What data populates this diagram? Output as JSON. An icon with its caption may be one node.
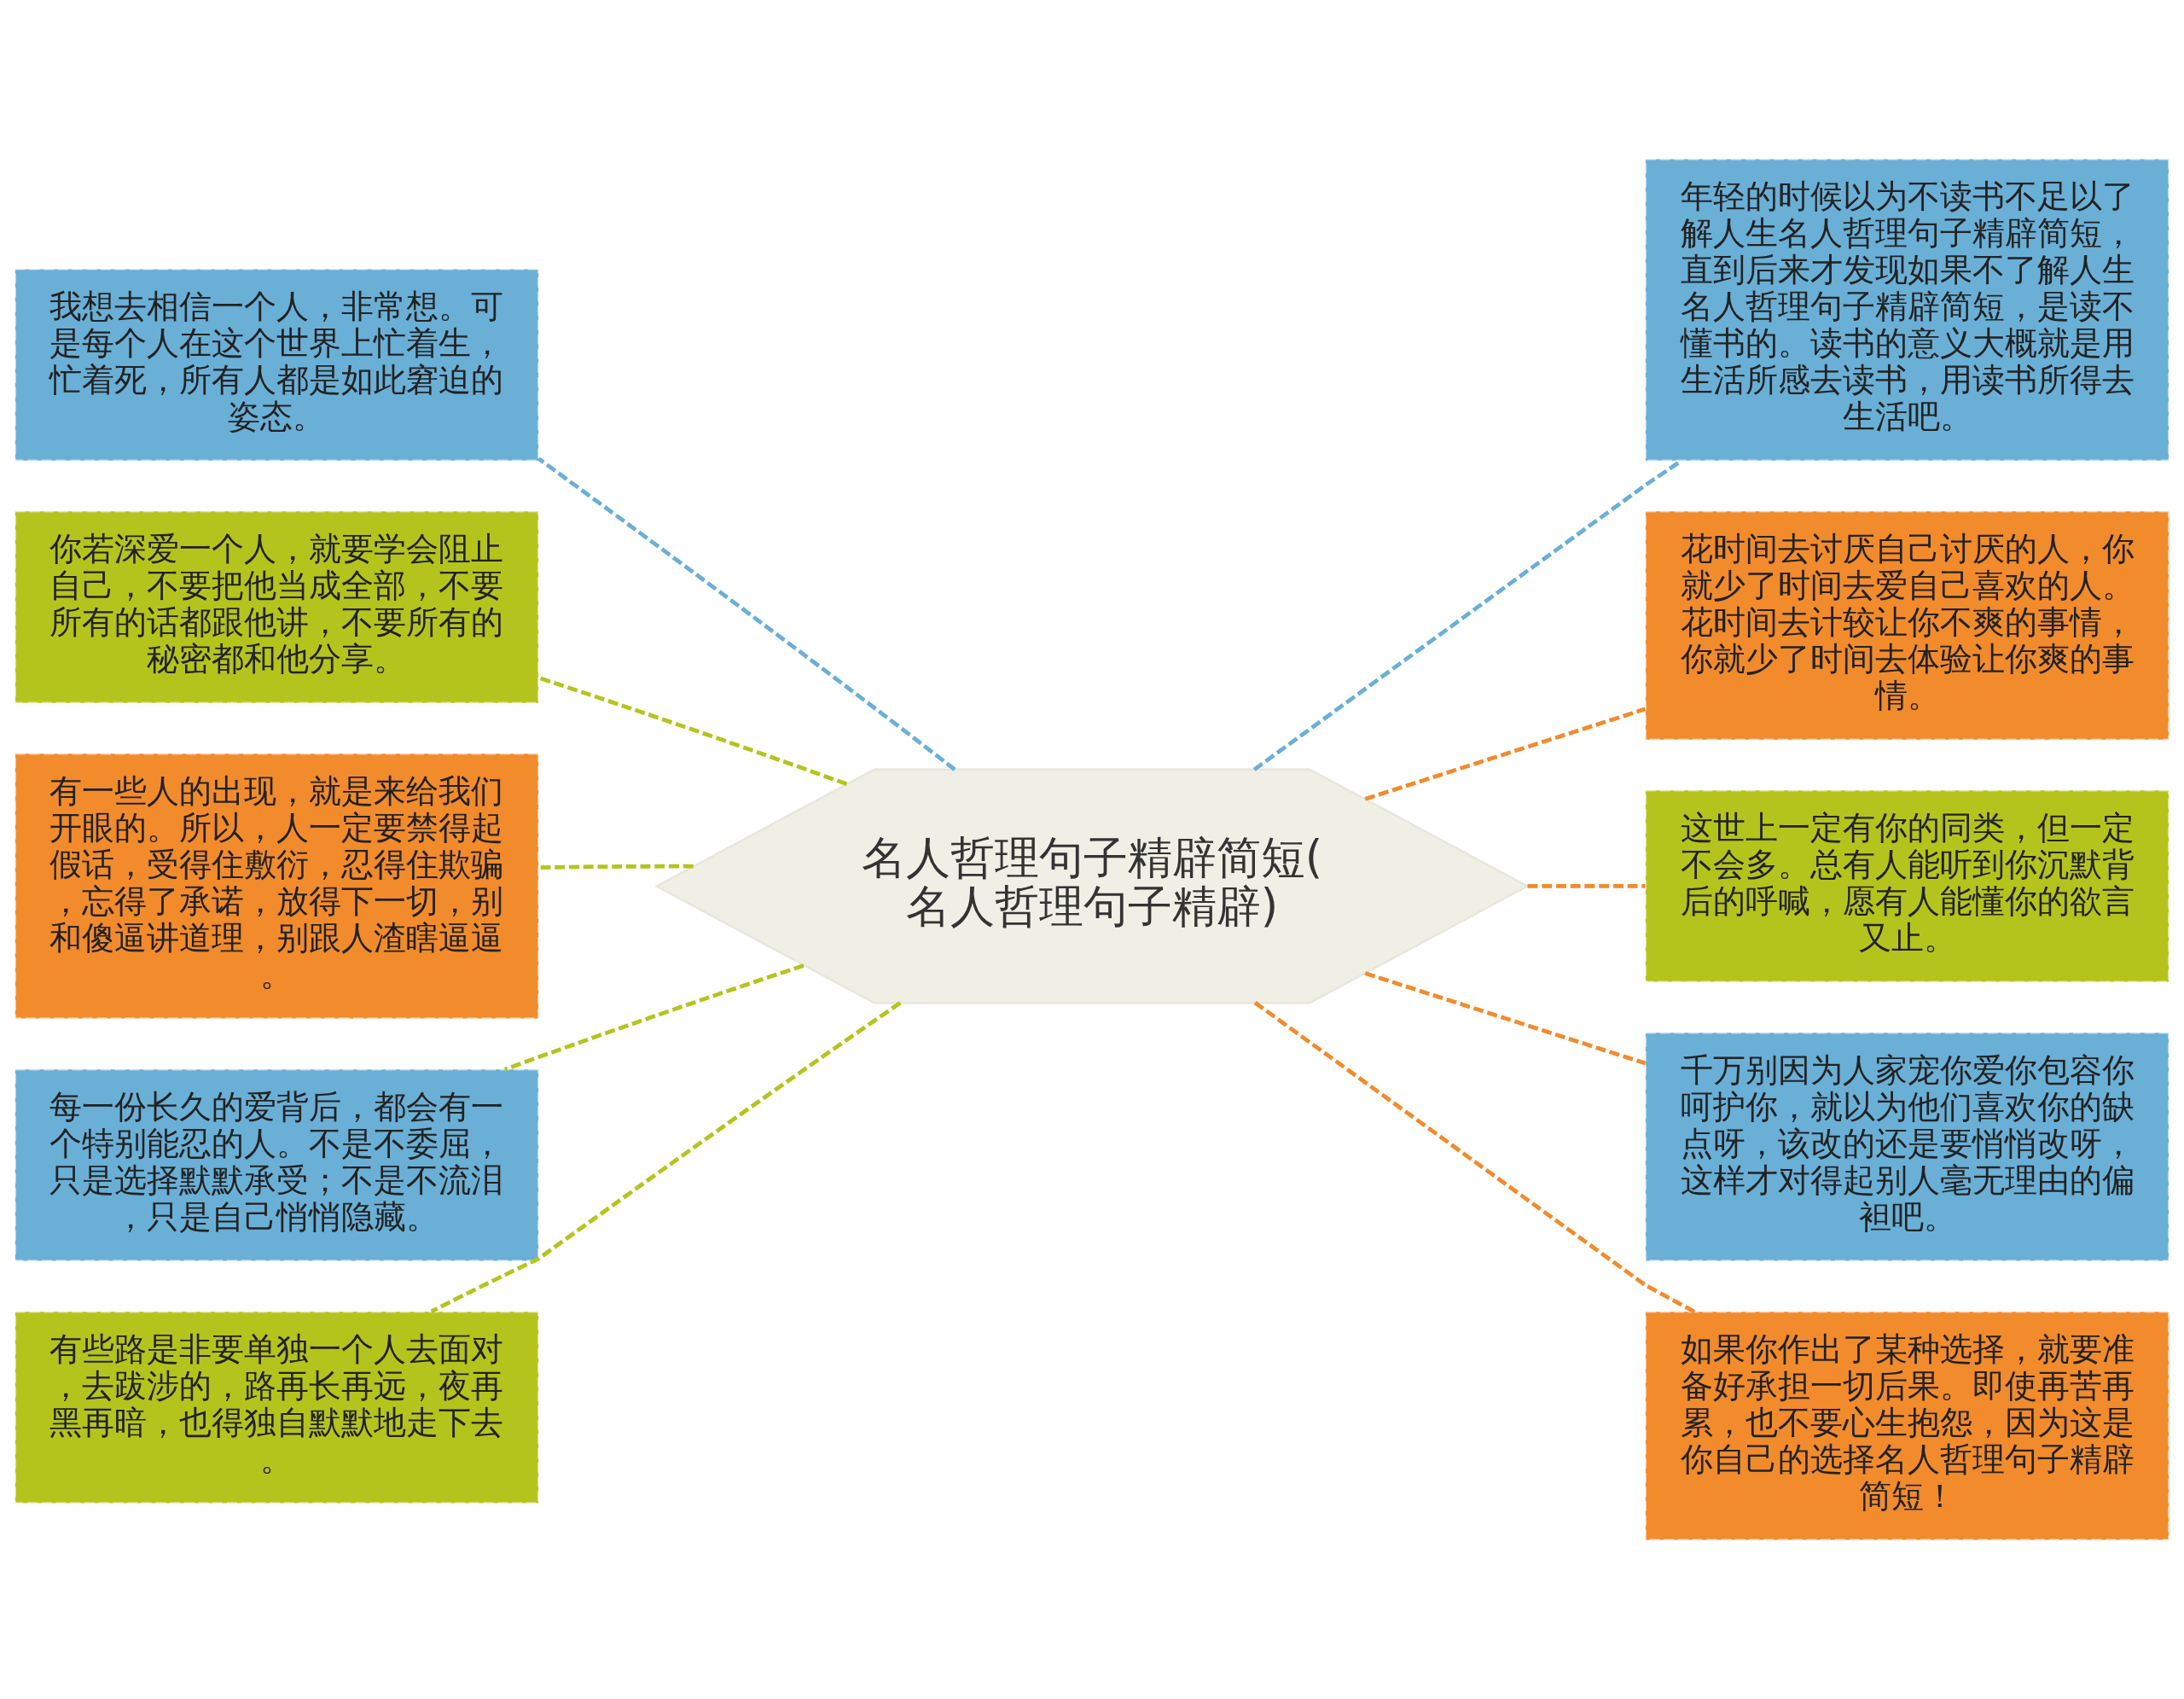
{
  "diagram": {
    "nodes": [
      {
        "text": [
          "名人哲理句子精辟简短(名人哲理句子精辟)"
        ]
      },
      {
        "text": [
          "我想去相信一个人，非常想。可是每个人在这个世界上忙着生，忙着死，所有人都是如此窘迫的姿态。"
        ]
      },
      {
        "text": [
          "你若深爱一个人，就要学会阻止自己，不要把他当成全部，不要所有的话都跟他讲，不要所有的秘密都和他分享。"
        ]
      },
      {
        "text": [
          "有一些人的出现，就是来给我们开眼的。所以，人一定要禁得起假话，受得住敷衍，忍得住欺骗，忘得了承诺，放得下一切，别和傻逼讲道理，别跟人渣瞎逼逼。"
        ]
      },
      {
        "text": [
          "每一份长久的爱背后，都会有一个特别能忍的人。不是不委屈，只是选择默默承受；不是不流泪，只是自己悄悄隐藏。"
        ]
      },
      {
        "text": [
          "有些路是非要单独一个人去面对，去跋涉的，路再长再远，夜再黑再暗，也得独自默默地走下去。"
        ]
      },
      {
        "text": [
          "年轻的时候以为不读书不足以了解人生名人哲理句子精辟简短，直到后来才发现如果不了解人生名人哲理句子精辟简短，是读不懂书的。读书的意义大概就是用生活所感去读书，用读书所得去生活吧。"
        ]
      },
      {
        "text": [
          "花时间去讨厌自己讨厌的人，你就少了时间去爱自己喜欢的人。花时间去计较让你不爽的事情，你就少了时间去体验让你爽的事情。"
        ]
      },
      {
        "text": [
          "这世上一定有你的同类，但一定不会多。总有人能听到你沉默背后的呼喊，愿有人能懂你的欲言又止。"
        ]
      },
      {
        "text": [
          "千万别因为人家宠你爱你包容你呵护你，就以为他们喜欢你的缺点呀，该改的还是要悄悄改呀，这样才对得起别人毫无理由的偏袒吧。"
        ]
      },
      {
        "text": [
          "如果你作出了某种选择，就要准备好承担一切后果。即使再苦再累，也不要心生抱怨，因为这是你自己的选择名人哲理句子精辟简短！"
        ]
      }
    ],
    "edges": [
      {
        "from": 0,
        "to": 1,
        "arrow": "none",
        "style": "dashed",
        "color": "#6aafd6"
      },
      {
        "from": 0,
        "to": 2,
        "arrow": "none",
        "style": "dashed",
        "color": "#b5c41c"
      },
      {
        "from": 0,
        "to": 3,
        "arrow": "none",
        "style": "dashed",
        "color": "#b5c41c"
      },
      {
        "from": 0,
        "to": 4,
        "arrow": "none",
        "style": "dashed",
        "color": "#b5c41c"
      },
      {
        "from": 0,
        "to": 5,
        "arrow": "none",
        "style": "dashed",
        "color": "#b5c41c"
      },
      {
        "from": 0,
        "to": 6,
        "arrow": "none",
        "style": "dashed",
        "color": "#6aafd6"
      },
      {
        "from": 0,
        "to": 7,
        "arrow": "none",
        "style": "dashed",
        "color": "#f28b2c"
      },
      {
        "from": 0,
        "to": 8,
        "arrow": "none",
        "style": "dashed",
        "color": "#f28b2c"
      },
      {
        "from": 0,
        "to": 9,
        "arrow": "none",
        "style": "dashed",
        "color": "#f28b2c"
      },
      {
        "from": 0,
        "to": 10,
        "arrow": "none",
        "style": "dashed",
        "color": "#f28b2c"
      }
    ]
  }
}
